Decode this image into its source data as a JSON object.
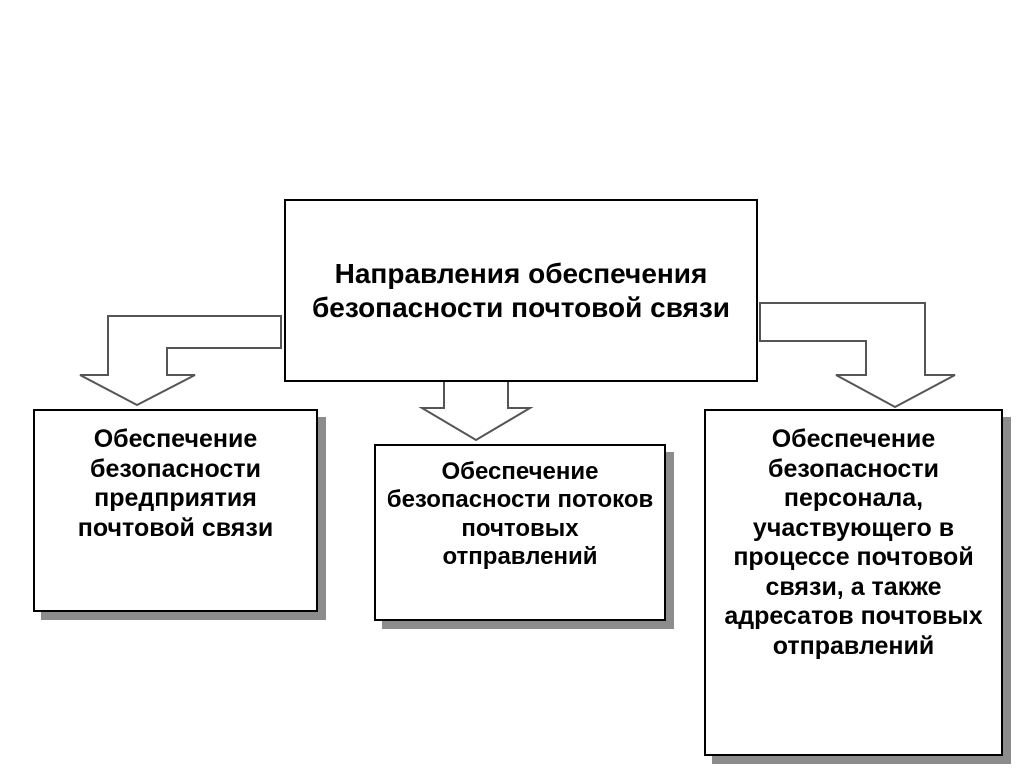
{
  "diagram": {
    "type": "hierarchy-flowchart",
    "language": "ru",
    "colors": {
      "background": "#ffffff",
      "box_fill": "#ffffff",
      "box_stroke": "#000000",
      "shadow": "#8c8c8c",
      "arrow_stroke": "#444444",
      "text": "#000000"
    },
    "root": {
      "label": "Направления обеспечения безопасности почтовой связи"
    },
    "children": [
      {
        "id": "enterprise",
        "label": "Обеспечение безопасности предприятия почтовой связи",
        "connector": "elbow-left-down-arrow"
      },
      {
        "id": "flows",
        "label": "Обеспечение безопасности потоков почтовых отправлений",
        "connector": "straight-down-arrow"
      },
      {
        "id": "personnel",
        "label": "Обеспечение безопасности персонала, участвующего в процессе почтовой связи, а также адресатов почтовых отправлений",
        "connector": "elbow-right-down-arrow"
      }
    ],
    "connectors": [
      {
        "name": "arrow-left",
        "from": "root",
        "to": "enterprise"
      },
      {
        "name": "arrow-center",
        "from": "root",
        "to": "flows"
      },
      {
        "name": "arrow-right",
        "from": "root",
        "to": "personnel"
      }
    ]
  }
}
